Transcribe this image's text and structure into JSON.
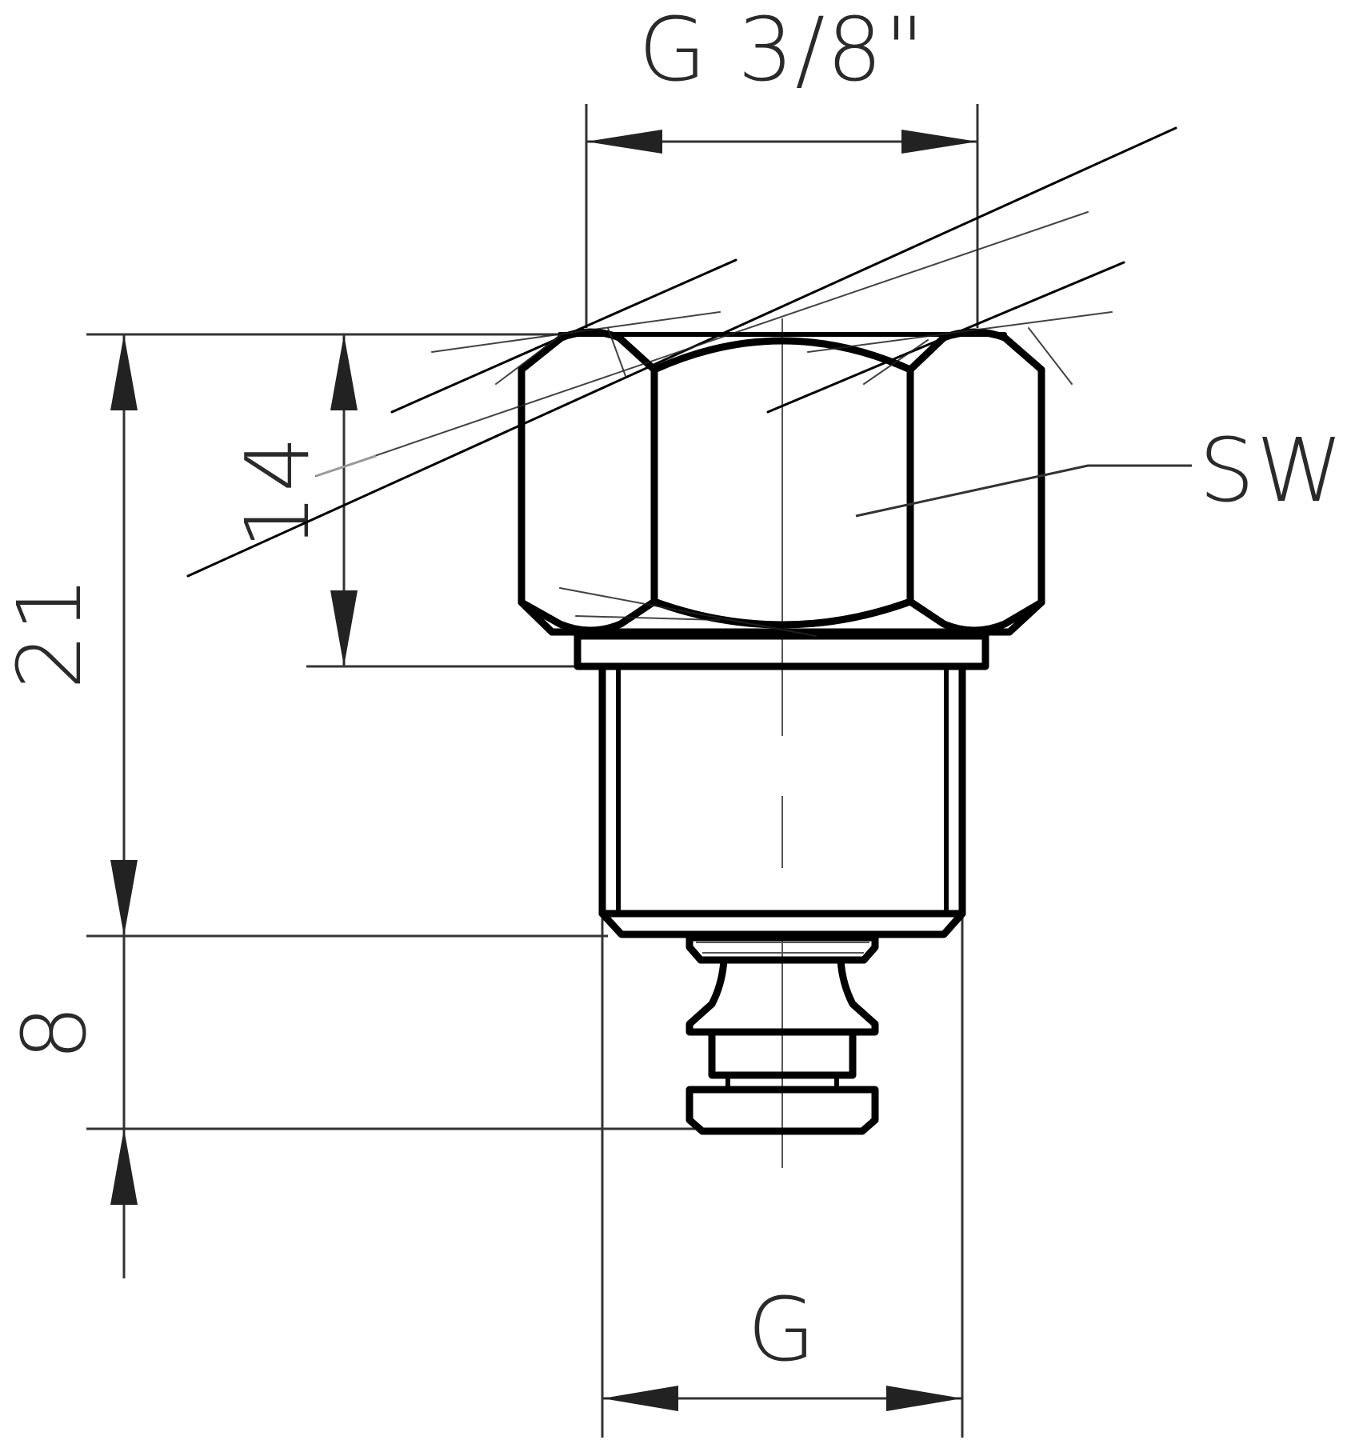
{
  "drawing": {
    "title": "Threaded fitting technical drawing",
    "line_color": "#000000",
    "dimension_color": "#2a2a2a",
    "background": "#ffffff"
  },
  "dimensions": {
    "top_thread": {
      "label": "G 3/8\"",
      "orientation": "horizontal"
    },
    "overall_height": {
      "label": "21",
      "orientation": "vertical"
    },
    "hex_height": {
      "label": "14",
      "orientation": "vertical"
    },
    "nipple_length": {
      "label": "8",
      "orientation": "vertical"
    },
    "bottom_thread": {
      "label": "G",
      "orientation": "horizontal"
    }
  },
  "callouts": {
    "wrench_size": {
      "label": "SW"
    }
  }
}
